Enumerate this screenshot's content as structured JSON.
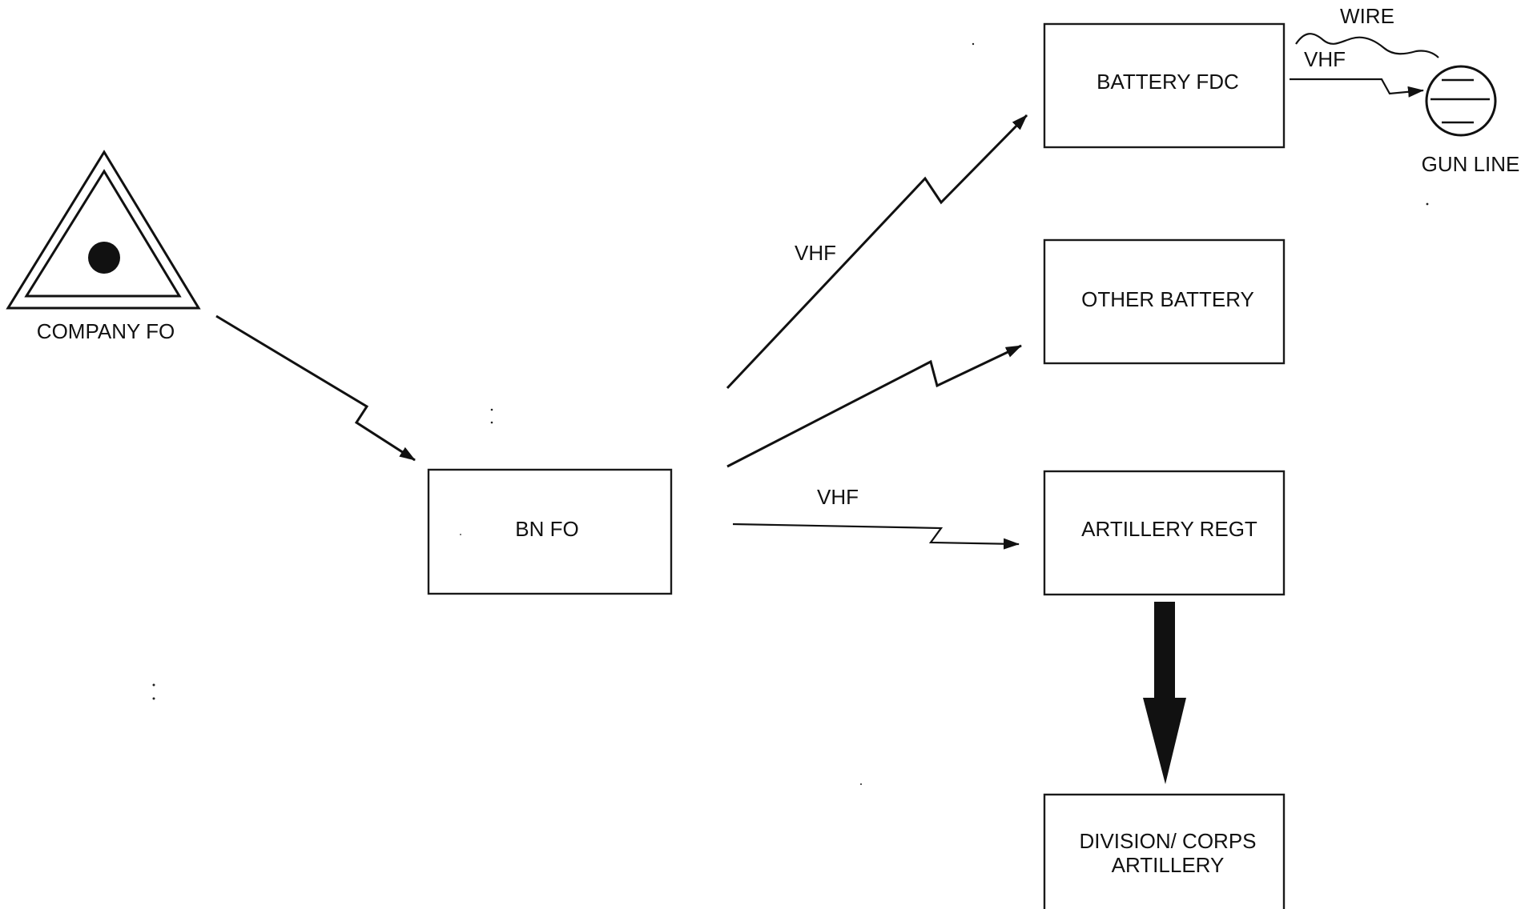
{
  "nodes": {
    "company_fo": {
      "label": "COMPANY FO"
    },
    "bn_fo": {
      "label": "BN FO"
    },
    "battery_fdc": {
      "label": "BATTERY FDC"
    },
    "other_battery": {
      "label": "OTHER BATTERY"
    },
    "artillery_regt": {
      "label": "ARTILLERY REGT"
    },
    "division_corps": {
      "label_line1": "DIVISION/ CORPS",
      "label_line2": "ARTILLERY"
    },
    "gun_line": {
      "label": "GUN LINE"
    }
  },
  "edges": {
    "bn_to_battery_label": "VHF",
    "bn_to_regt_label": "VHF",
    "fdc_to_gun_vhf_label": "VHF",
    "fdc_to_gun_wire_label": "WIRE"
  },
  "icons": {
    "company_fo_symbol": "triangle-with-dot-icon",
    "gun_line_symbol": "circle-with-lines-icon"
  }
}
